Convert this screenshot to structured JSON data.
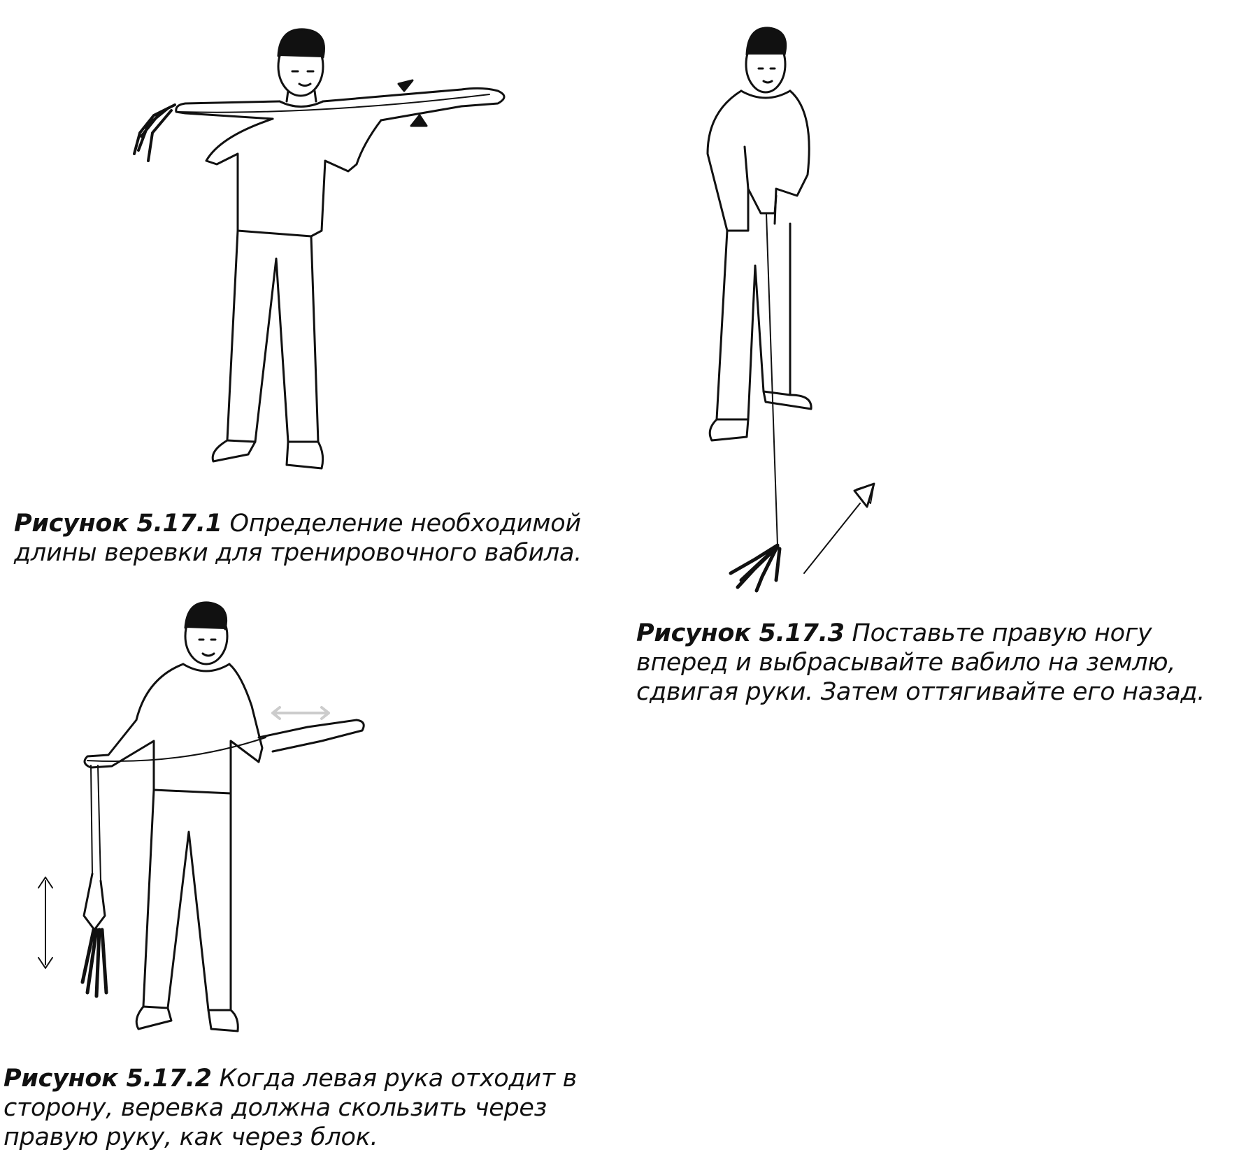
{
  "figures": [
    {
      "label": "Рисунок 5.17.1",
      "lines": [
        "Определение необходимой",
        "длины веревки для тренировочного вабила."
      ]
    },
    {
      "label": "Рисунок 5.17.2",
      "lines": [
        "Когда левая рука отходит в",
        "сторону, веревка должна скользить через",
        "правую руку, как через блок."
      ]
    },
    {
      "label": "Рисунок 5.17.3",
      "lines": [
        "Поставьте правую ногу",
        "вперед и выбрасывайте вабило на землю,",
        "сдвигая руки. Затем оттягивайте его назад."
      ]
    }
  ],
  "colors": {
    "ink": "#111111",
    "paper": "#ffffff",
    "faint": "#cccccc"
  }
}
